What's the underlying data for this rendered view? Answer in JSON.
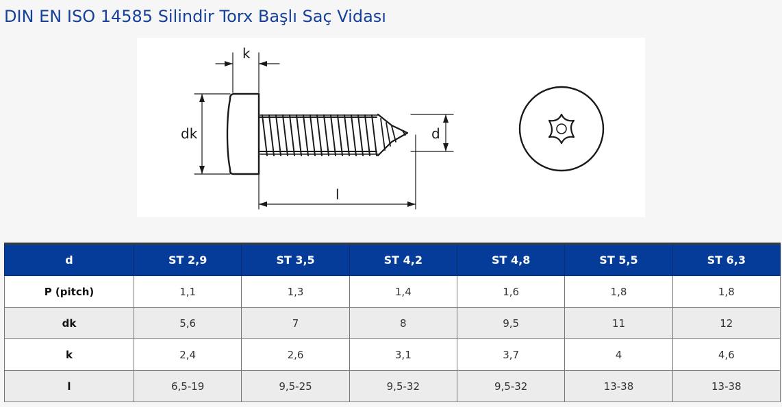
{
  "page": {
    "title": "DIN EN ISO 14585 Silindir Torx Başlı Saç Vidası"
  },
  "drawing": {
    "labels": {
      "k": "k",
      "dk": "dk",
      "d": "d",
      "l": "l"
    },
    "icons": [
      "screw-side-view-icon",
      "torx-head-top-view-icon"
    ]
  },
  "table": {
    "header": [
      "d",
      "ST 2,9",
      "ST 3,5",
      "ST 4,2",
      "ST 4,8",
      "ST 5,5",
      "ST 6,3"
    ],
    "rows": [
      [
        "P (pitch)",
        "1,1",
        "1,3",
        "1,4",
        "1,6",
        "1,8",
        "1,8"
      ],
      [
        "dk",
        "5,6",
        "7",
        "8",
        "9,5",
        "11",
        "12"
      ],
      [
        "k",
        "2,4",
        "2,6",
        "3,1",
        "3,7",
        "4",
        "4,6"
      ],
      [
        "l",
        "6,5-19",
        "9,5-25",
        "9,5-32",
        "9,5-32",
        "13-38",
        "13-38"
      ]
    ]
  },
  "colors": {
    "title": "#17409a",
    "header_bg": "#063c99",
    "header_text": "#ffffff",
    "row_alt_bg": "#ececec"
  }
}
